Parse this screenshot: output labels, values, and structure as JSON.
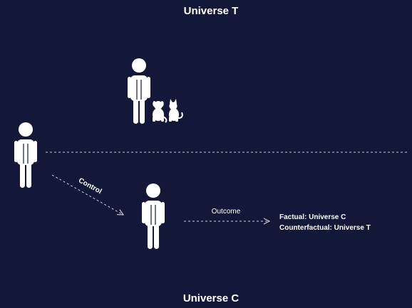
{
  "diagram": {
    "title_top": "Universe T",
    "title_bottom": "Universe C",
    "arrow_label_control": "Control",
    "arrow_label_outcome": "Outcome",
    "factual": "Factual: Universe C",
    "counterfactual": "Counterfactual: Universe T"
  },
  "colors": {
    "background": "#131838",
    "foreground": "#ffffff",
    "dash": "#c9cbd6"
  },
  "icons": {
    "person": "person-icon",
    "cat": "cat-icon",
    "dog": "dog-icon"
  }
}
